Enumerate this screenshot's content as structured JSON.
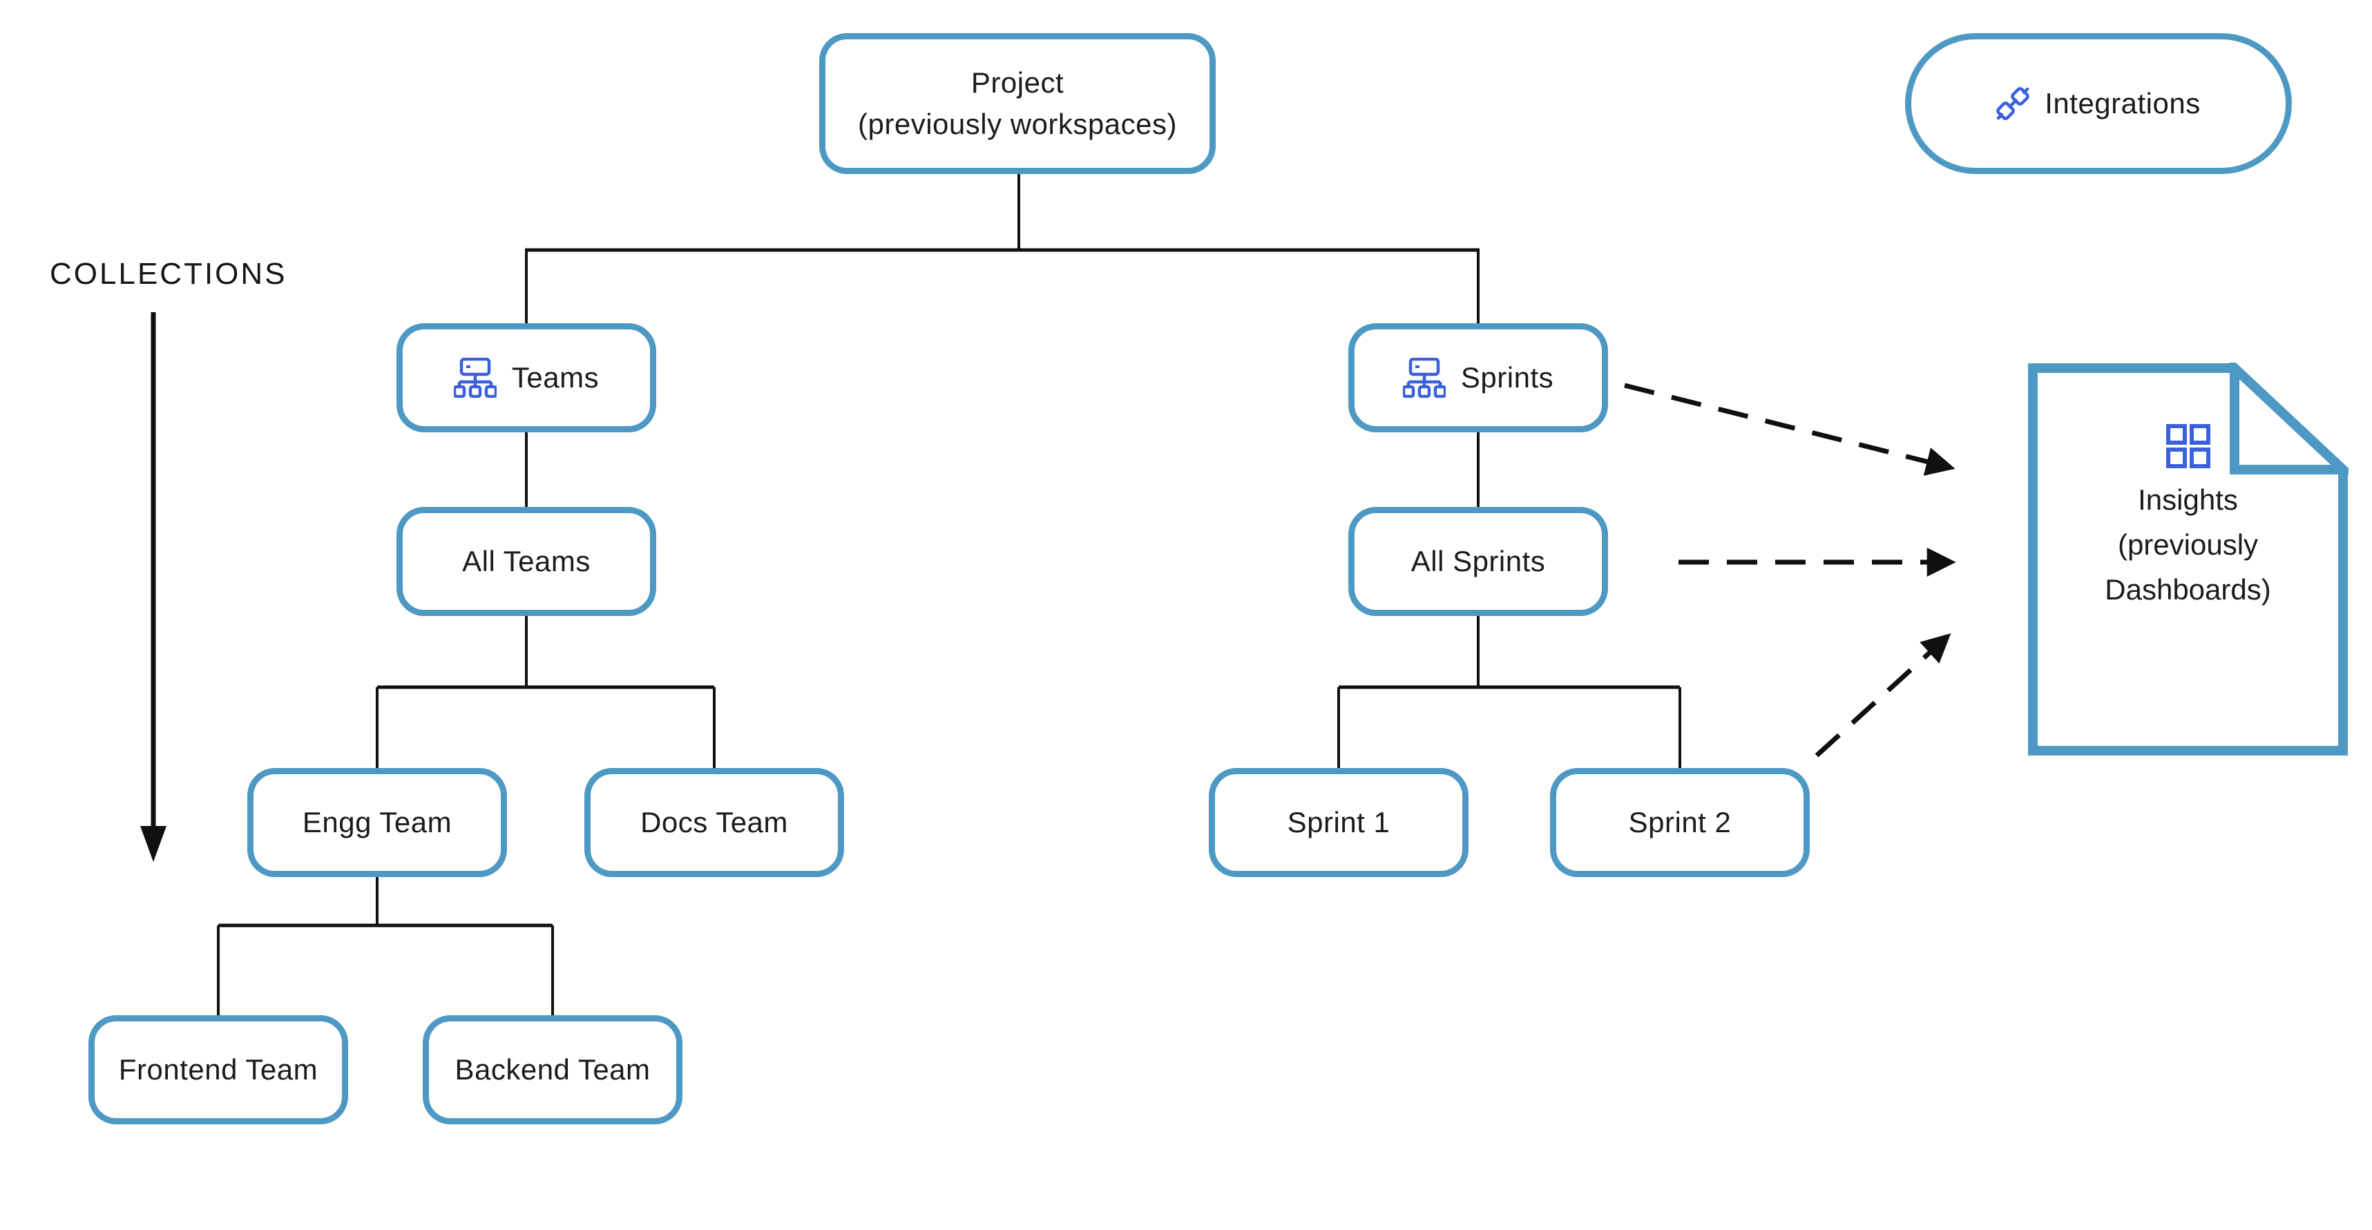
{
  "diagram": {
    "collections_label": "COLLECTIONS",
    "nodes": {
      "project": {
        "line1": "Project",
        "line2": "(previously workspaces)"
      },
      "integrations": {
        "label": "Integrations",
        "icon": "integrations-plugin-icon"
      },
      "teams": {
        "label": "Teams",
        "icon": "org-chart-icon"
      },
      "sprints": {
        "label": "Sprints",
        "icon": "org-chart-icon"
      },
      "all_teams": {
        "label": "All Teams"
      },
      "all_sprints": {
        "label": "All Sprints"
      },
      "engg_team": {
        "label": "Engg Team"
      },
      "docs_team": {
        "label": "Docs Team"
      },
      "sprint_1": {
        "label": "Sprint 1"
      },
      "sprint_2": {
        "label": "Sprint 2"
      },
      "frontend_team": {
        "label": "Frontend Team"
      },
      "backend_team": {
        "label": "Backend Team"
      },
      "insights": {
        "line1": "Insights",
        "line2": "(previously",
        "line3": "Dashboards)",
        "icon": "dashboard-grid-icon"
      }
    },
    "colors": {
      "node_border": "#4E99C4",
      "icon_blue": "#3A60DC",
      "connector": "#101010",
      "text": "#1b1b1b"
    }
  }
}
